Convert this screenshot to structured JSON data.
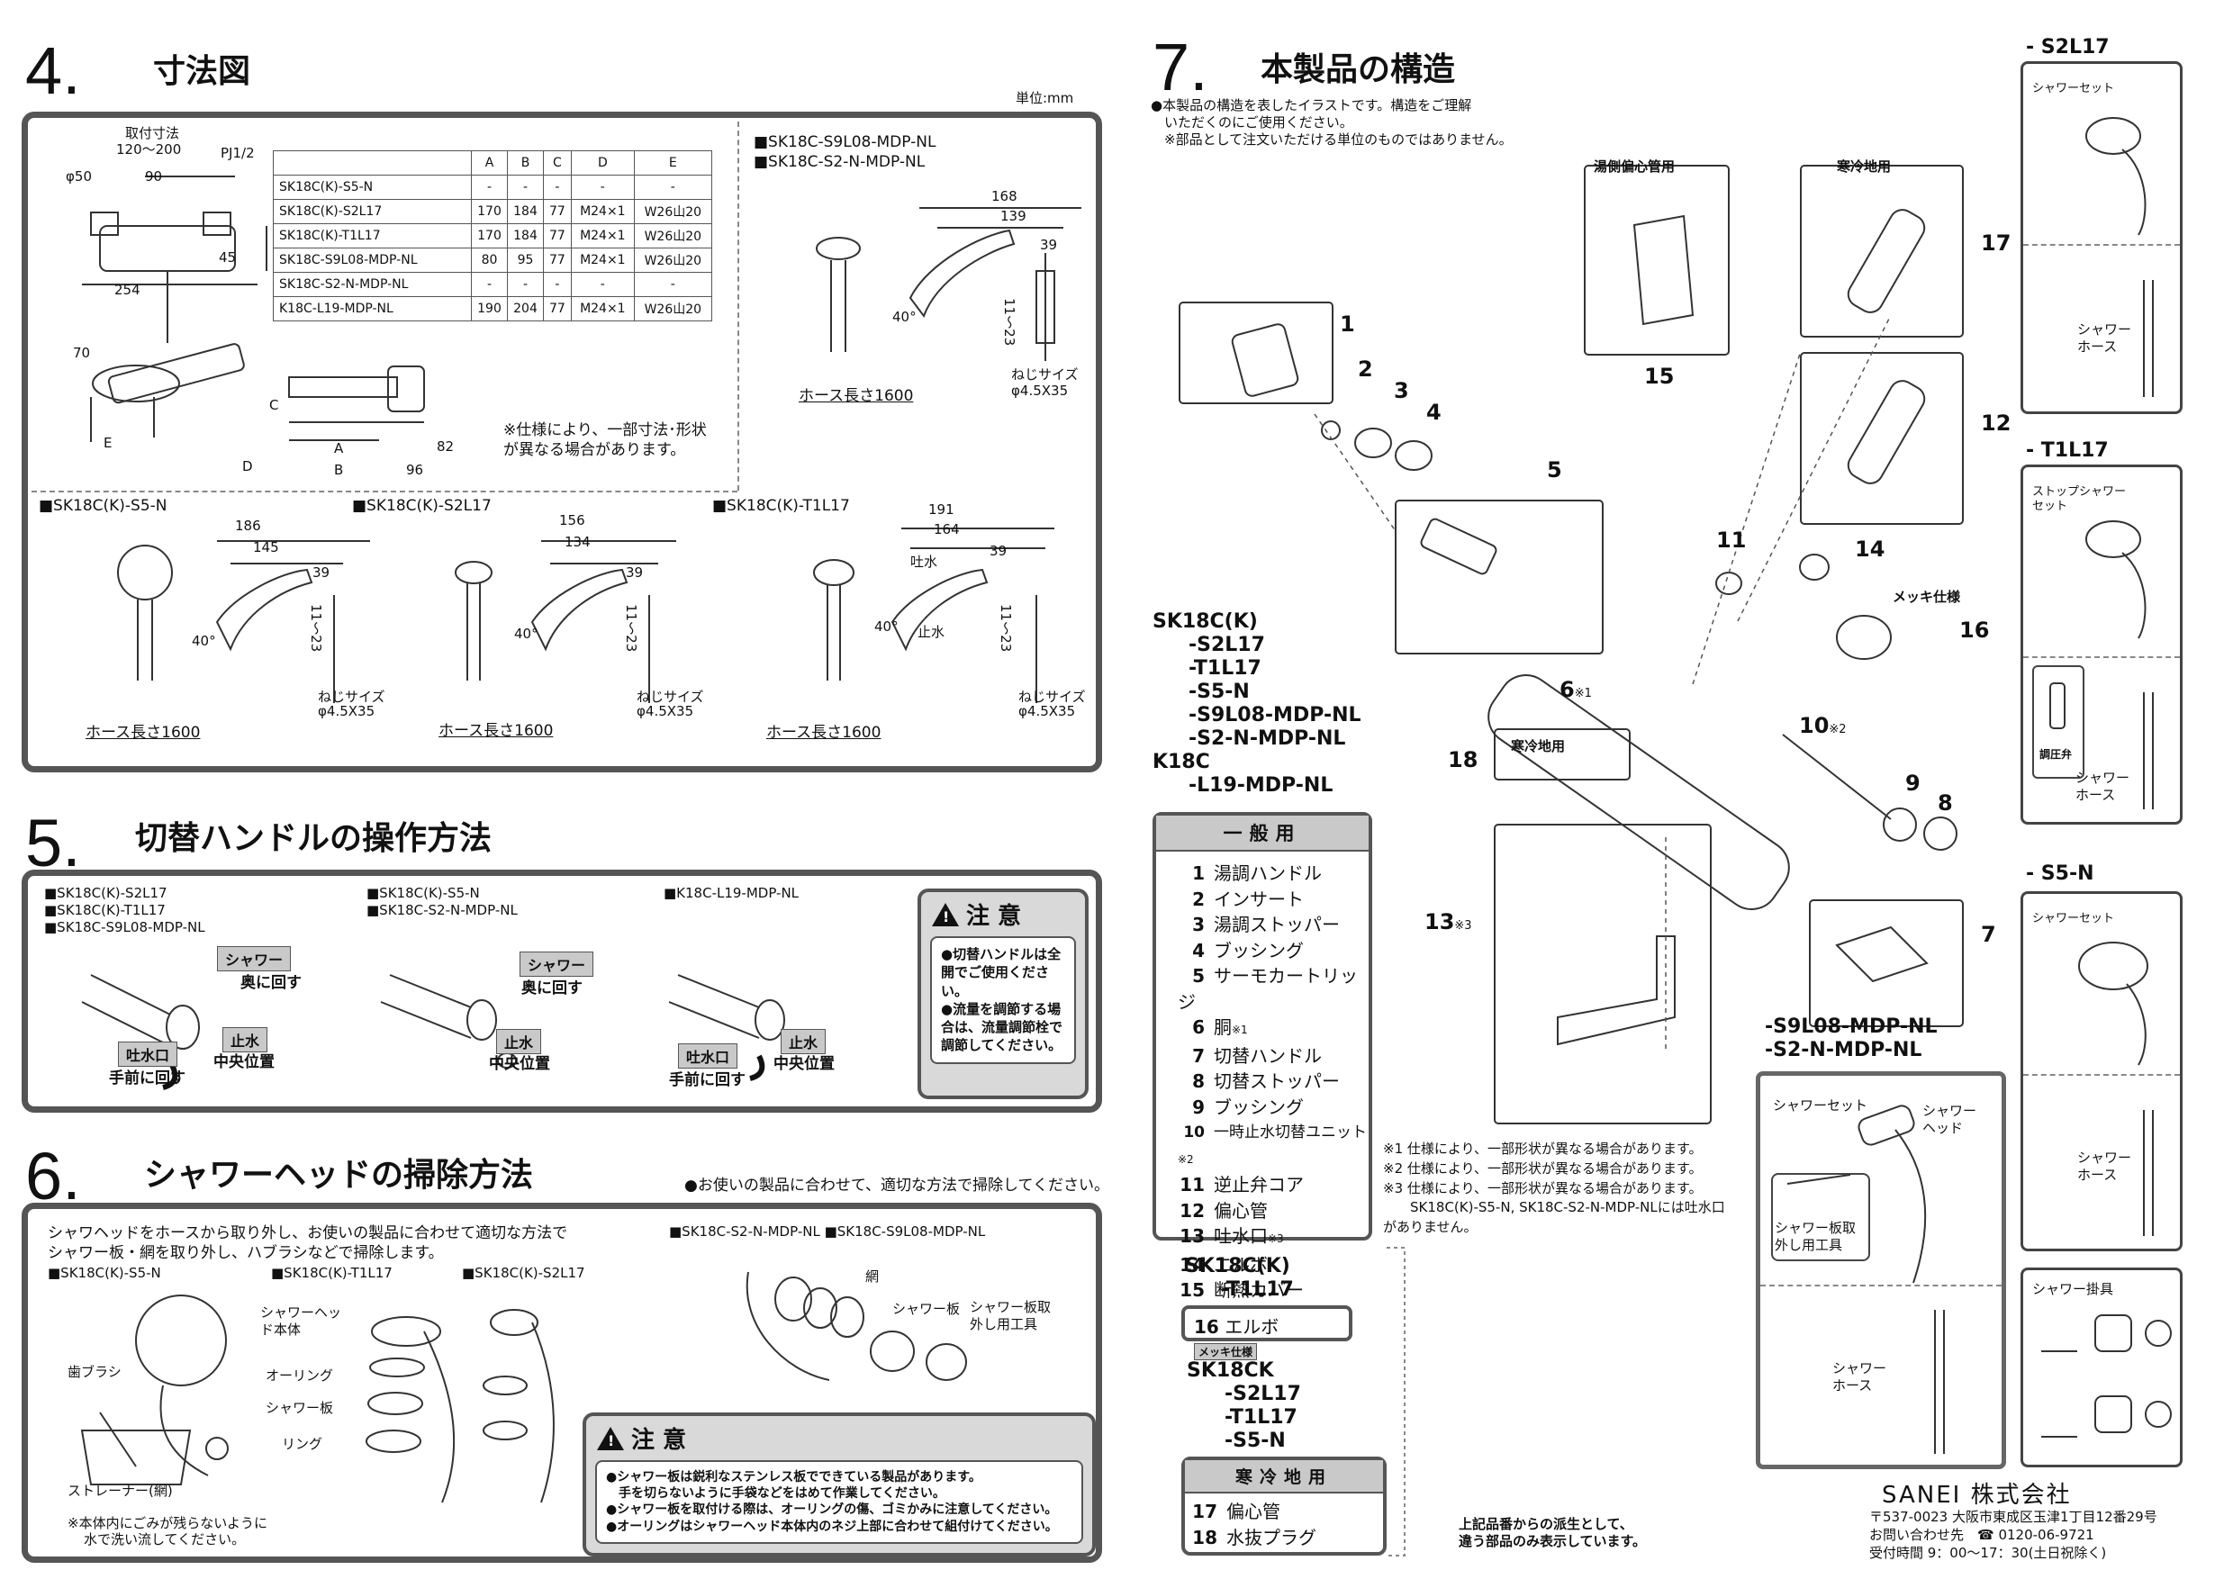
{
  "sec4": {
    "num": "4.",
    "title": "寸法図",
    "unit": "単位:mm"
  },
  "sec4_top": {
    "mount_label": "取付寸法",
    "mount_range": "120～200",
    "pj": "PJ1/2",
    "d50": "φ50",
    "d90": "90",
    "d45": "45",
    "d254": "254",
    "d70": "70",
    "lblC": "C",
    "lblD": "D",
    "lblE": "E",
    "lblA": "A",
    "lblB": "B",
    "d96": "96",
    "d82": "82",
    "note": "※仕様により、一部寸法･形状が異なる場合があります。"
  },
  "dim_table": {
    "headers": [
      "",
      "A",
      "B",
      "C",
      "D",
      "E"
    ],
    "rows": [
      [
        "SK18C(K)-S5-N",
        "-",
        "-",
        "-",
        "-",
        "-"
      ],
      [
        "SK18C(K)-S2L17",
        "170",
        "184",
        "77",
        "M24×1",
        "W26山20"
      ],
      [
        "SK18C(K)-T1L17",
        "170",
        "184",
        "77",
        "M24×1",
        "W26山20"
      ],
      [
        "SK18C-S9L08-MDP-NL",
        "80",
        "95",
        "77",
        "M24×1",
        "W26山20"
      ],
      [
        "SK18C-S2-N-MDP-NL",
        "-",
        "-",
        "-",
        "-",
        "-"
      ],
      [
        "K18C-L19-MDP-NL",
        "190",
        "204",
        "77",
        "M24×1",
        "W26山20"
      ]
    ]
  },
  "sec4_sub": {
    "mdp1": "■SK18C-S9L08-MDP-NL",
    "mdp2": "■SK18C-S2-N-MDP-NL",
    "mdp_d168": "168",
    "mdp_d139": "139",
    "mdp_d39": "39",
    "mdp_d1123": "11～23",
    "mdp_40": "40°",
    "screw": "ねじサイズ",
    "screw_size": "φ4.5X35",
    "hose": "ホース長さ1600",
    "s5": "■SK18C(K)-S5-N",
    "s5_d186": "186",
    "s5_d145": "145",
    "s5_d39": "39",
    "s2": "■SK18C(K)-S2L17",
    "s2_d156": "156",
    "s2_d134": "134",
    "s2_d39": "39",
    "t1": "■SK18C(K)-T1L17",
    "t1_d191": "191",
    "t1_d164": "164",
    "t1_d39": "39",
    "t1_spout": "吐水",
    "t1_stop": "止水",
    "deg40": "40°",
    "d1123": "11～23"
  },
  "sec5": {
    "num": "5.",
    "title": "切替ハンドルの操作方法",
    "m1": [
      "■SK18C(K)-S2L17",
      "■SK18C(K)-T1L17",
      "■SK18C-S9L08-MDP-NL"
    ],
    "m2": [
      "■SK18C(K)-S5-N",
      "■SK18C-S2-N-MDP-NL"
    ],
    "m3": [
      "■K18C-L19-MDP-NL"
    ],
    "shower": "シャワー",
    "back": "奥に回す",
    "spout": "吐水口",
    "front": "手前に回す",
    "stop": "止水",
    "center": "中央位置",
    "caution_title": "注 意",
    "caution_lines": [
      "●切替ハンドルは全開でご使用ください。",
      "●流量を調節する場合は、流量調節栓で調節してください。"
    ]
  },
  "sec6": {
    "num": "6.",
    "title": "シャワーヘッドの掃除方法",
    "lead": "●お使いの製品に合わせて、適切な方法で掃除してください。",
    "intro1": "シャワヘッドをホースから取り外し、お使いの製品に合わせて適切な方法で",
    "intro2": "シャワー板・網を取り外し、ハブラシなどで掃除します。",
    "m_s5": "■SK18C(K)-S5-N",
    "m_t1": "■SK18C(K)-T1L17",
    "m_s2": "■SK18C(K)-S2L17",
    "m_mdp": "■SK18C-S2-N-MDP-NL ■SK18C-S9L08-MDP-NL",
    "brush": "歯ブラシ",
    "strainer": "ストレーナー(網)",
    "note1": "※本体内にごみが残らないように",
    "note2": "水で洗い流してください。",
    "head_body": "シャワーヘッド本体",
    "oring": "オーリング",
    "plate": "シャワー板",
    "ring": "リング",
    "net": "網",
    "plate2": "シャワー板",
    "tool": "シャワー板取外し用工具",
    "caution_title": "注 意",
    "caution_lines": [
      "●シャワー板は鋭利なステンレス板でできている製品があります。",
      "　手を切らないように手袋などをはめて作業してください。",
      "●シャワー板を取付ける際は、オーリングの傷、ゴミかみに注意してください。",
      "●オーリングはシャワーヘッド本体内のネジ上部に合わせて組付けてください。"
    ]
  },
  "sec7": {
    "num": "7.",
    "title": "本製品の構造",
    "intro": [
      "●本製品の構造を表したイラストです。構造をご理解",
      "　いただくのにご使用ください。",
      "　※部品として注文いただける単位のものではありません。"
    ],
    "box15": "湯側偏心管用",
    "box17": "寒冷地用",
    "box18": "寒冷地用",
    "mekki": "メッキ仕様",
    "part_nums": {
      "p1": "1",
      "p2": "2",
      "p3": "3",
      "p4": "4",
      "p5": "5",
      "p6": "6",
      "p6s": "※1",
      "p7": "7",
      "p8": "8",
      "p9": "9",
      "p10": "10",
      "p10s": "※2",
      "p11": "11",
      "p12": "12",
      "p13": "13",
      "p13s": "※3",
      "p14": "14",
      "p15": "15",
      "p16": "16",
      "p17": "17",
      "p18": "18"
    },
    "models_all": [
      "SK18C(K)",
      "-S2L17",
      "-T1L17",
      "-S5-N",
      "-S9L08-MDP-NL",
      "-S2-N-MDP-NL",
      "K18C",
      "-L19-MDP-NL"
    ],
    "general_head": "一般用",
    "general": [
      {
        "n": "1",
        "t": "湯調ハンドル"
      },
      {
        "n": "2",
        "t": "インサート"
      },
      {
        "n": "3",
        "t": "湯調ストッパー"
      },
      {
        "n": "4",
        "t": "ブッシング"
      },
      {
        "n": "5",
        "t": "サーモカートリッジ"
      },
      {
        "n": "6",
        "t": "胴",
        "s": "※1"
      },
      {
        "n": "7",
        "t": "切替ハンドル"
      },
      {
        "n": "8",
        "t": "切替ストッパー"
      },
      {
        "n": "9",
        "t": "ブッシング"
      },
      {
        "n": "10",
        "t": "一時止水切替ユニット",
        "s": "※2"
      },
      {
        "n": "11",
        "t": "逆止弁コア"
      },
      {
        "n": "12",
        "t": "偏心管"
      },
      {
        "n": "13",
        "t": "吐水口",
        "s": "※3"
      },
      {
        "n": "14",
        "t": "エルボ"
      },
      {
        "n": "15",
        "t": "断熱カバー"
      }
    ],
    "t1_model": [
      "SK18C(K)",
      "-T1L17"
    ],
    "item16": {
      "n": "16",
      "t": "エルボ",
      "tag": "メッキ仕様"
    },
    "ck_models": [
      "SK18CK",
      "-S2L17",
      "-T1L17",
      "-S5-N"
    ],
    "cold_head": "寒冷地用",
    "cold": [
      {
        "n": "17",
        "t": "偏心管"
      },
      {
        "n": "18",
        "t": "水抜プラグ"
      }
    ],
    "derived_note": [
      "上記品番からの派生として、",
      "違う部品のみ表示しています。"
    ],
    "notes": [
      "※1 仕様により、一部形状が異なる場合があります。",
      "※2 仕様により、一部形状が異なる場合があります。",
      "※3 仕様により、一部形状が異なる場合があります。",
      "　　SK18C(K)-S5-N, SK18C-S2-N-MDP-NLには吐水口がありません。"
    ],
    "mdp_models": [
      "-S9L08-MDP-NL",
      "-S2-N-MDP-NL"
    ],
    "mdp_labels": {
      "set": "シャワーセット",
      "head": "シャワーヘッド",
      "tool": "シャワー板取外し用工具",
      "hose": "シャワーホース"
    }
  },
  "right": {
    "s2": "- S2L17",
    "t1": "- T1L17",
    "s5": "- S5-N",
    "set": "シャワーセット",
    "stopset": "ストップシャワーセット",
    "hose": "シャワーホース",
    "valve": "調圧弁",
    "hook": "シャワー掛具"
  },
  "footer": {
    "company": "SANEI 株式会社",
    "address": "〒537-0023 大阪市東成区玉津1丁目12番29号",
    "tel": "お問い合わせ先　☎ 0120-06-9721",
    "hours": "受付時間 9：00～17：30(土日祝除く)"
  }
}
